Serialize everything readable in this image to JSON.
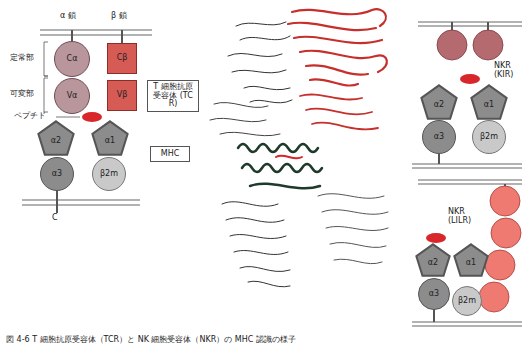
{
  "diagram": {
    "caption": "図 4-6 T 細胞抗原受容体（TCR）と NK 細胞受容体（NKR）の MHC 認識の様子",
    "nodes": [
      {
        "text": [
          "Cα"
        ]
      },
      {
        "text": [
          "Cβ"
        ]
      },
      {
        "text": [
          "Vα"
        ]
      },
      {
        "text": [
          "Vβ"
        ]
      },
      {
        "text": [
          "T 細胞抗原受容体 (TCR)"
        ]
      },
      {
        "text": [
          "α2"
        ]
      },
      {
        "text": [
          "α1"
        ]
      },
      {
        "text": [
          "MHC"
        ]
      },
      {
        "text": [
          "α3"
        ]
      },
      {
        "text": [
          "β2m"
        ]
      },
      {
        "text": [
          "α2"
        ]
      },
      {
        "text": [
          "α1"
        ]
      },
      {
        "text": [
          "α3"
        ]
      },
      {
        "text": [
          "β2m"
        ]
      },
      {
        "text": [
          "α2"
        ]
      },
      {
        "text": [
          "α1"
        ]
      },
      {
        "text": [
          "α3"
        ]
      },
      {
        "text": [
          "β2m"
        ]
      }
    ],
    "labels": [
      "α 鎖",
      "β 鎖",
      "定常部",
      "可変部",
      "ペプチド",
      "C",
      "NKR (KIR)",
      "NKR (LILR)"
    ]
  }
}
